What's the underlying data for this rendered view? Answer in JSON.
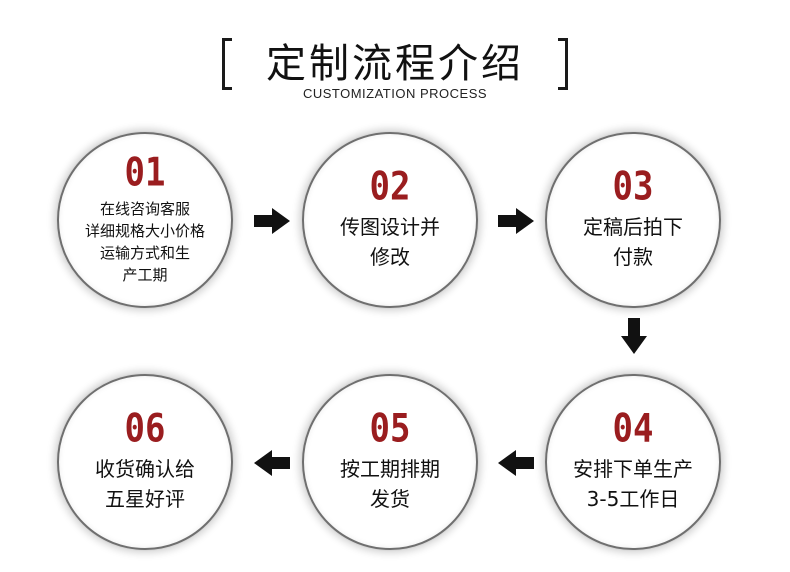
{
  "header": {
    "title": "定制流程介绍",
    "subtitle": "CUSTOMIZATION PROCESS"
  },
  "steps": [
    {
      "number": "01",
      "lines": [
        "在线咨询客服",
        "详细规格大小价格",
        "运输方式和生",
        "产工期"
      ]
    },
    {
      "number": "02",
      "lines": [
        "传图设计并",
        "修改"
      ]
    },
    {
      "number": "03",
      "lines": [
        "定稿后拍下",
        "付款"
      ]
    },
    {
      "number": "04",
      "lines": [
        "安排下单生产",
        "3-5工作日"
      ]
    },
    {
      "number": "05",
      "lines": [
        "按工期排期",
        "发货"
      ]
    },
    {
      "number": "06",
      "lines": [
        "收货确认给",
        "五星好评"
      ]
    }
  ],
  "colors": {
    "number": "#9a1d1f",
    "text": "#111111",
    "arrow": "#111111"
  },
  "icons": {
    "flow_arrow": "arrow-icon"
  }
}
